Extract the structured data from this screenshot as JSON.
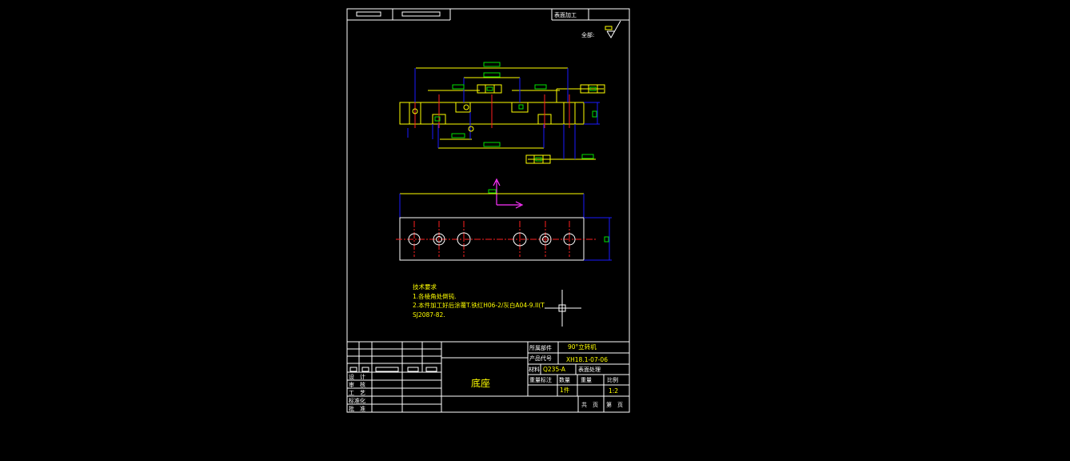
{
  "colors": {
    "background": "#000000",
    "border": "#ffffff",
    "part_outline": "#ffff00",
    "dimension": "#1a1aff",
    "centerline": "#ff2020",
    "annotation_box": "#00e000",
    "ucs_axis": "#ff33ff"
  },
  "header": {
    "surface_treatment_label": "表面加工",
    "all_label": "全部:"
  },
  "tech_requirements": {
    "title": "技术要求",
    "line1": "1.各棱角处倒钝.",
    "line2": "2.本件加工好后涂覆T.铁红H06-2/灰白A04-9.II(T",
    "line3": "SJ2087-82."
  },
  "title_block": {
    "part_name": "底座",
    "assembly_label": "所属部件",
    "assembly_value": "90°立转机",
    "product_code_label": "产品代号",
    "product_code_value": "XH18.1-07-06",
    "material_label": "材料",
    "material_value": "Q235-A",
    "surface_label": "表面处理",
    "weight_label": "重量标注",
    "count_label": "数量",
    "mass_label": "重量",
    "scale_label": "比例",
    "count_value": "1件",
    "scale_value": "1:2",
    "sheets_label": "共　页",
    "sheet_label": "第　页",
    "rev_rows": [
      {
        "label": "设　计"
      },
      {
        "label": "审　核"
      },
      {
        "label": "工　艺"
      },
      {
        "label": "标准化"
      },
      {
        "label": "批　准"
      }
    ]
  }
}
